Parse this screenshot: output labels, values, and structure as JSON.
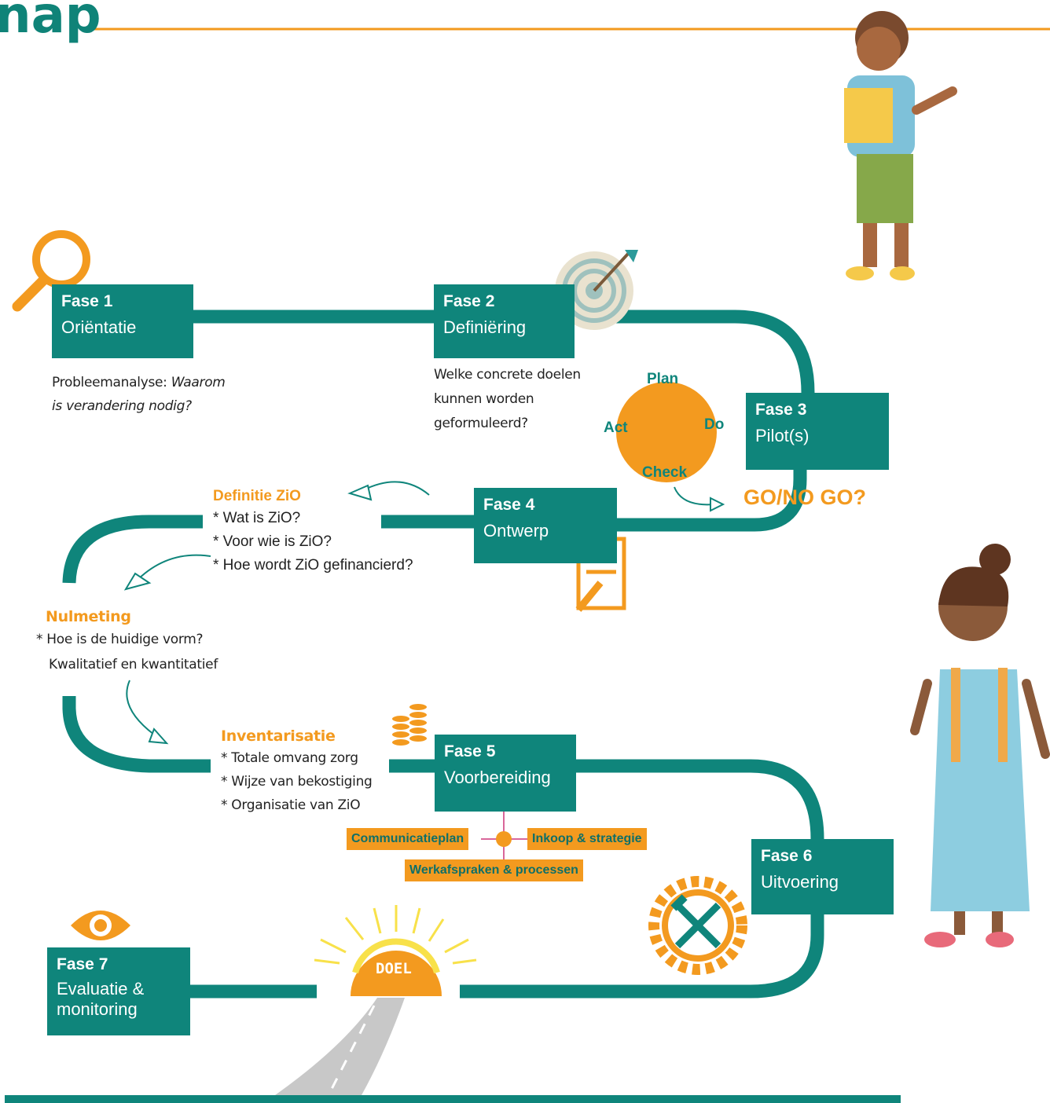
{
  "header": {
    "title_fragment": "nap"
  },
  "phases": [
    {
      "number": "Fase 1",
      "name": "Oriëntatie"
    },
    {
      "number": "Fase 2",
      "name": "Definiëring"
    },
    {
      "number": "Fase 3",
      "name": "Pilot(s)"
    },
    {
      "number": "Fase 4",
      "name": "Ontwerp"
    },
    {
      "number": "Fase 5",
      "name": "Voorbereiding"
    },
    {
      "number": "Fase 6",
      "name": "Uitvoering"
    },
    {
      "number": "Fase 7",
      "name": "Evaluatie &",
      "name2": "monitoring"
    }
  ],
  "notes": {
    "fase1": {
      "line1": "Probleemanalyse: ",
      "line1_italic": "Waarom",
      "line2_italic": "is verandering nodig?"
    },
    "fase2": {
      "lines": [
        "Welke concrete doelen",
        "kunnen worden",
        "geformuleerd?"
      ]
    },
    "definitie": {
      "heading": "Definitie ZiO",
      "lines": [
        "* Wat is ZiO?",
        "* Voor wie is ZiO?",
        "* Hoe wordt ZiO gefinancierd?"
      ]
    },
    "nulmeting": {
      "heading": "Nulmeting",
      "lines": [
        "* Hoe is de huidige vorm?",
        "Kwalitatief en kwantitatief"
      ]
    },
    "inventarisatie": {
      "heading": "Inventarisatie",
      "lines": [
        "* Totale omvang zorg",
        "* Wijze van bekostiging",
        "* Organisatie van ZiO"
      ]
    }
  },
  "pdca": {
    "plan": "Plan",
    "do": "Do",
    "check": "Check",
    "act": "Act"
  },
  "decision": "GO/NO GO?",
  "fase5_tags": {
    "left": "Communicatieplan",
    "right": "Inkoop & strategie",
    "bottom": "Werkafspraken & processen"
  },
  "goal": "DOEL",
  "icons": [
    "magnifier-icon",
    "target-arrow-icon",
    "document-pencil-icon",
    "coins-icon",
    "gear-tools-icon",
    "eye-icon",
    "sun-road-icon"
  ],
  "colors": {
    "teal": "#0f857b",
    "orange": "#f39a1f",
    "pink": "#d9679a"
  }
}
